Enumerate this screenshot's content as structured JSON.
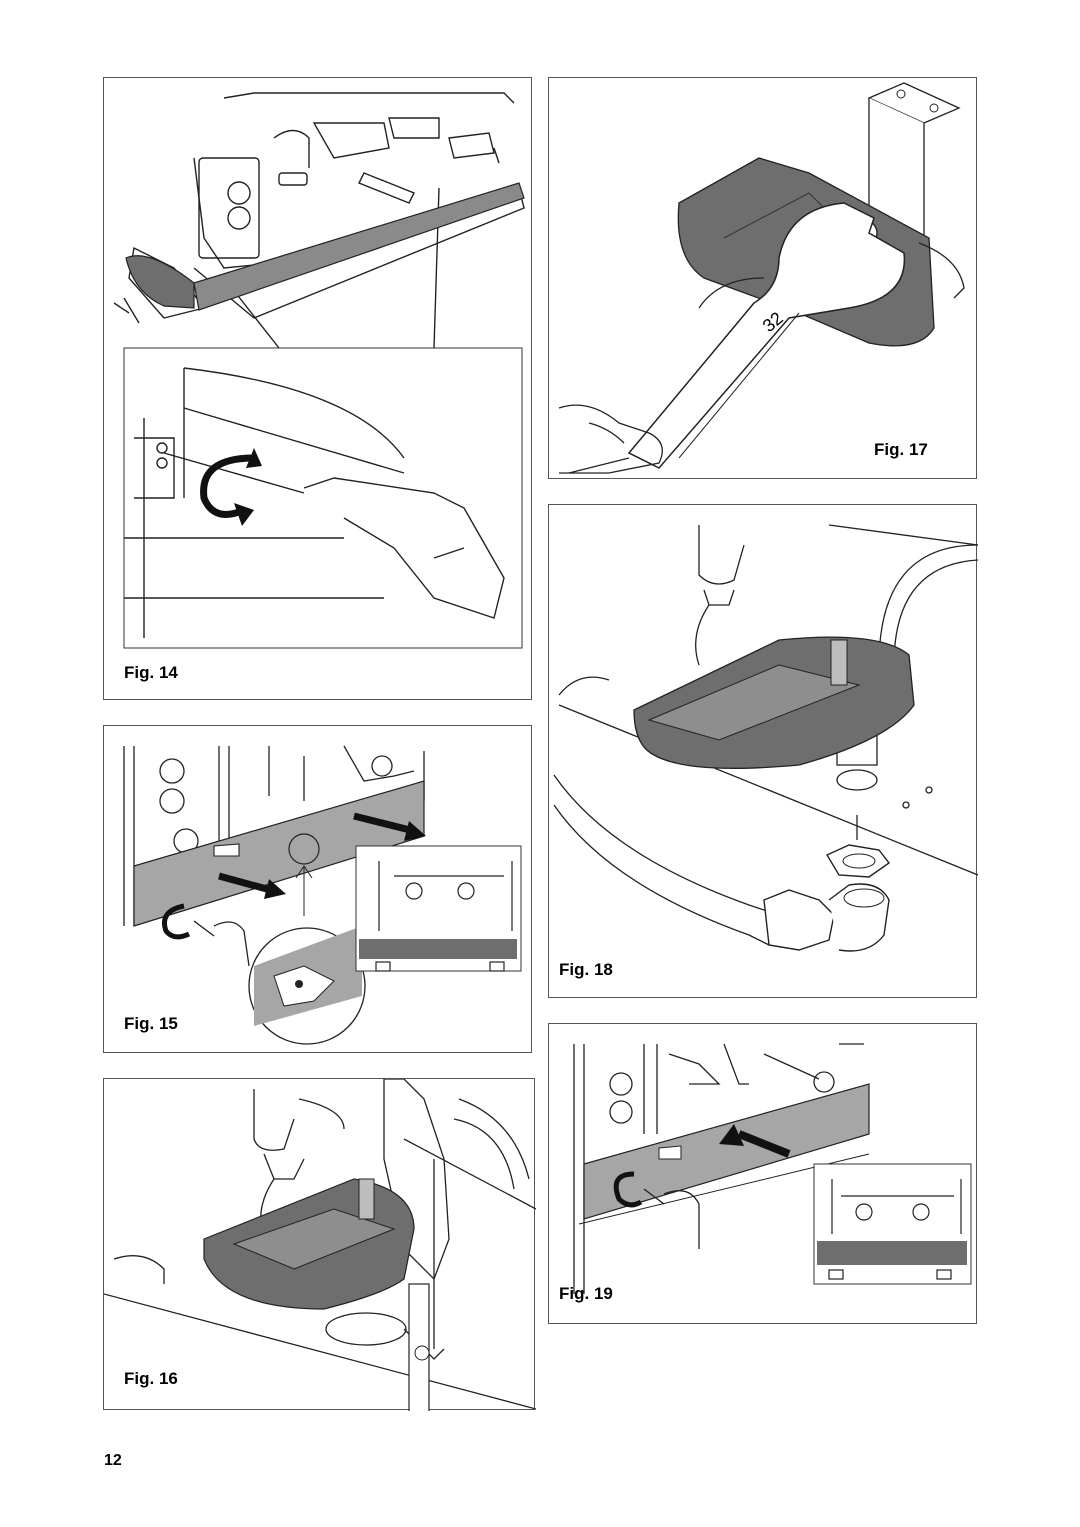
{
  "figures": {
    "fig14": {
      "label": "Fig. 14"
    },
    "fig15": {
      "label": "Fig. 15"
    },
    "fig16": {
      "label": "Fig. 16"
    },
    "fig17": {
      "label": "Fig. 17",
      "wrench_size": "32"
    },
    "fig18": {
      "label": "Fig. 18"
    },
    "fig19": {
      "label": "Fig. 19"
    }
  },
  "page": {
    "number": "12"
  },
  "colors": {
    "dark_part": "#6e6e6e",
    "panel_gray": "#a6a6a6",
    "line": "#222222"
  }
}
